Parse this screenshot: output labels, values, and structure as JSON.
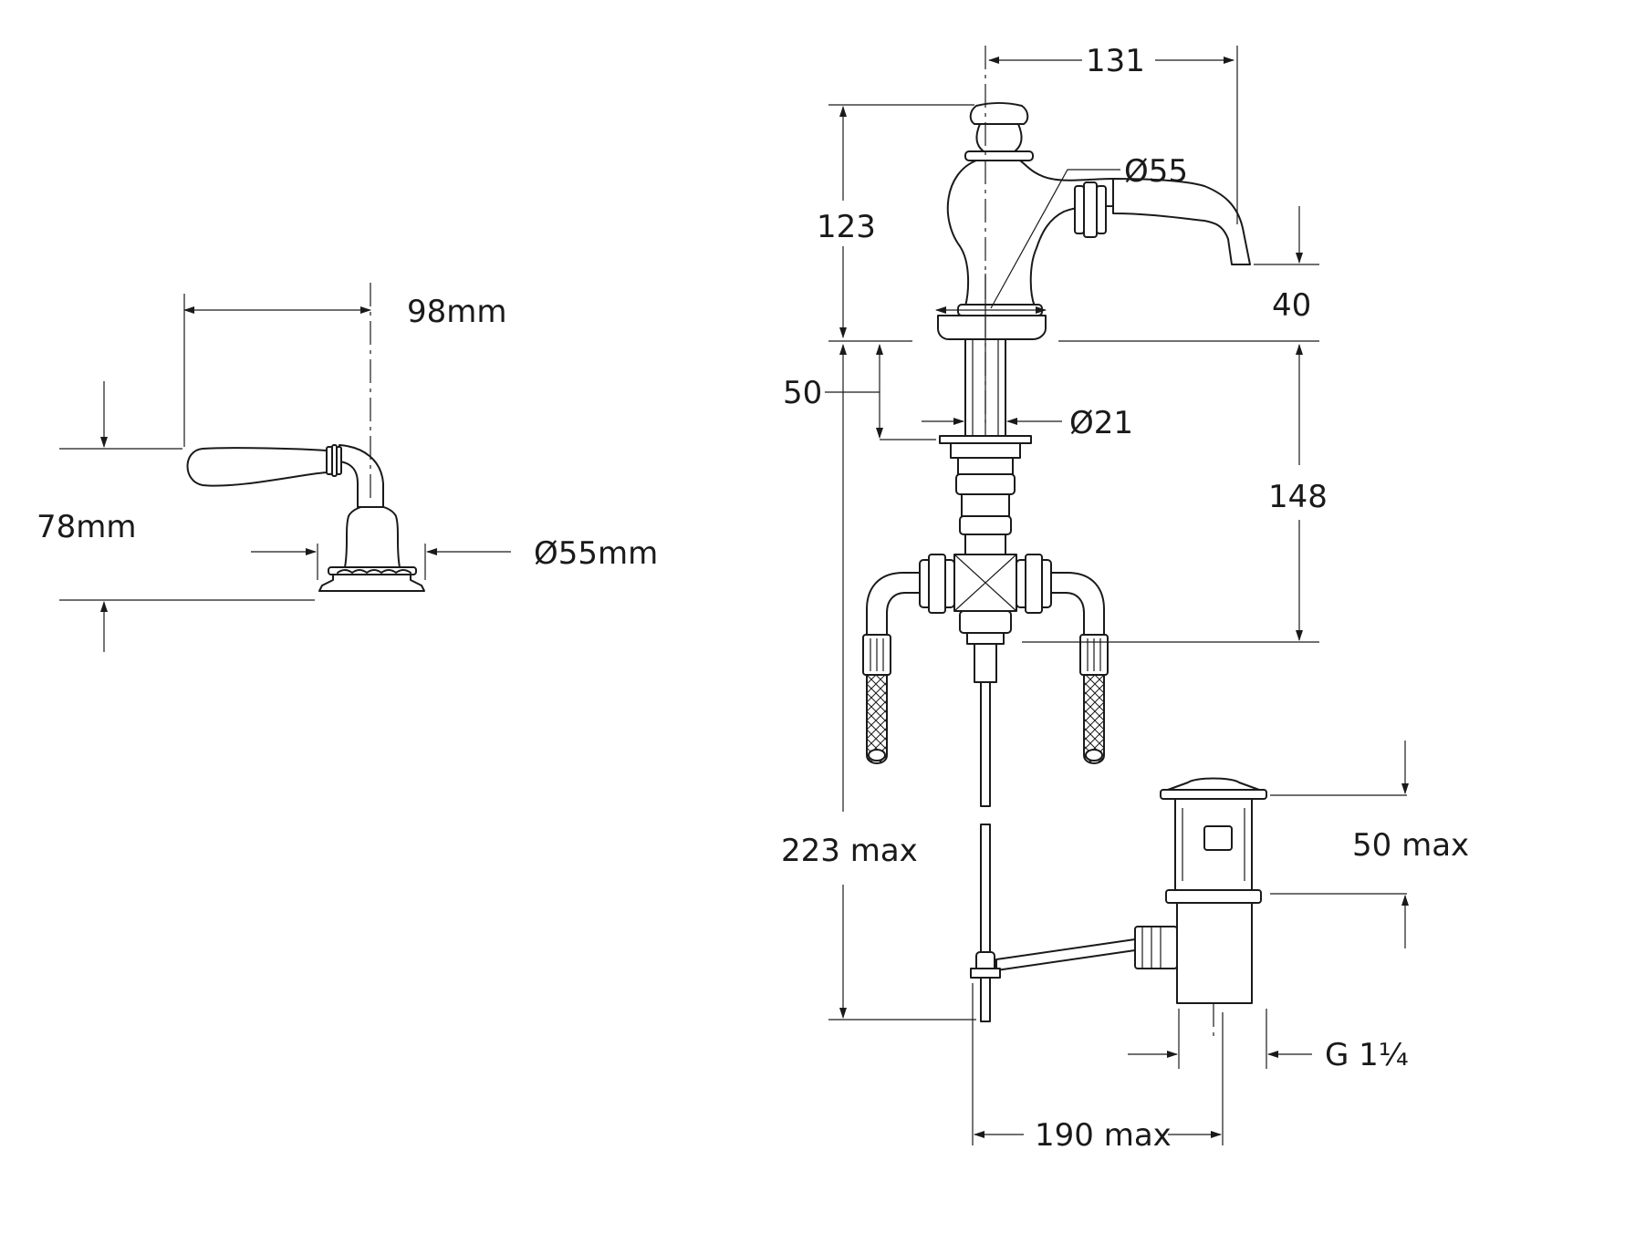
{
  "side_view": {
    "width_label": "98mm",
    "height_label": "78mm",
    "diameter_label": "Ø55mm"
  },
  "front_view": {
    "spout_reach_label": "131",
    "body_diameter_label": "Ø55",
    "tap_height_label": "123",
    "spout_height_label": "40",
    "shank_length_label": "50",
    "shank_diameter_label": "Ø21",
    "tail_length_label": "148",
    "max_depth_label": "223 max",
    "waste_height_label": "50 max",
    "thread_label": "G 1¼",
    "waste_offset_label": "190 max"
  }
}
